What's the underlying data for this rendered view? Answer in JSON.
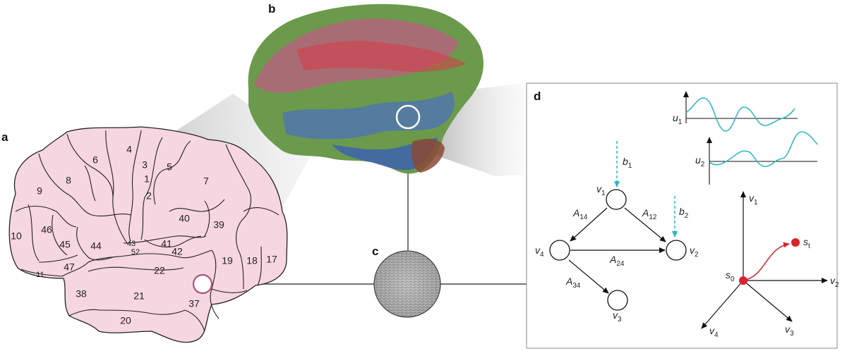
{
  "panels": {
    "a": "a",
    "b": "b",
    "c": "c",
    "d": "d"
  },
  "brain_areas": [
    "4",
    "6",
    "3",
    "1",
    "2",
    "5",
    "7",
    "8",
    "9",
    "46",
    "10",
    "45",
    "44",
    "43",
    "52",
    "41",
    "42",
    "40",
    "39",
    "19",
    "18",
    "17",
    "47",
    "11",
    "22",
    "21",
    "38",
    "37",
    "20"
  ],
  "network": {
    "nodes": [
      {
        "base": "v",
        "sub": "1"
      },
      {
        "base": "v",
        "sub": "2"
      },
      {
        "base": "v",
        "sub": "3"
      },
      {
        "base": "v",
        "sub": "4"
      }
    ],
    "edges": [
      {
        "base": "A",
        "sub": "14"
      },
      {
        "base": "A",
        "sub": "12"
      },
      {
        "base": "A",
        "sub": "24"
      },
      {
        "base": "A",
        "sub": "34"
      }
    ],
    "inputs": [
      {
        "base": "b",
        "sub": "1"
      },
      {
        "base": "b",
        "sub": "2"
      }
    ]
  },
  "signals": [
    {
      "base": "u",
      "sub": "1"
    },
    {
      "base": "u",
      "sub": "2"
    }
  ],
  "state_space": {
    "axes": [
      {
        "base": "v",
        "sub": "1"
      },
      {
        "base": "v",
        "sub": "2"
      },
      {
        "base": "v",
        "sub": "3"
      },
      {
        "base": "v",
        "sub": "4"
      }
    ],
    "start": {
      "base": "s",
      "sub": "0"
    },
    "end": {
      "base": "s",
      "sub": "t"
    }
  },
  "colors": {
    "brain_fill": "#f6d6e0",
    "highlight_ring": "#b0527a",
    "input_arrow": "#2bb5c2",
    "signal_line": "#2bb5c2",
    "trajectory": "#d9232e"
  }
}
